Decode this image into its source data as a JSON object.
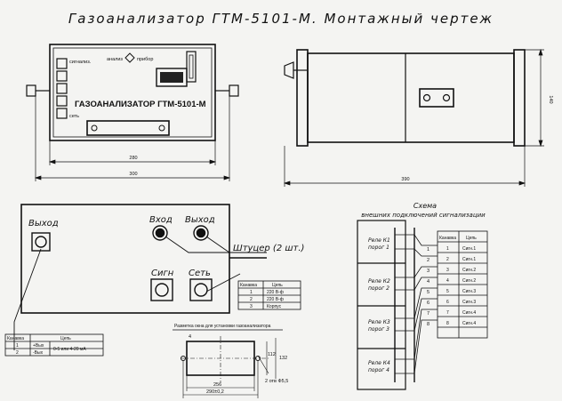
{
  "title": "Газоанализатор ГТМ-5101-М. Монтажный чертеж",
  "front_view": {
    "panel_labels": [
      "сигнализ.",
      "анализ",
      "прибор"
    ],
    "nameplate": "ГАЗОАНАЛИЗАТОР ГТМ-5101-М",
    "side_label": "сеть",
    "dim_inner": "280",
    "dim_outer": "300"
  },
  "side_view": {
    "dim_length": "390",
    "dim_height": "140"
  },
  "back_panel": {
    "output_label": "Выход",
    "input1_label": "Вход",
    "output2_label": "Выход",
    "fitting_label": "Штуцер (2 шт.)",
    "signal_label": "Сигн",
    "network_label": "Сеть",
    "power_table": {
      "headers": [
        "Канавка",
        "Цепь"
      ],
      "rows": [
        [
          "1",
          "220 В-ф"
        ],
        [
          "2",
          "220 В-ф"
        ],
        [
          "3",
          "Корпус"
        ]
      ]
    },
    "output_table": {
      "headers": [
        "Канавка",
        "Цепь"
      ],
      "rows": [
        [
          "1",
          "+Вых",
          "0-5 или 4-20 мА"
        ],
        [
          "2",
          "-Вых",
          ""
        ]
      ]
    }
  },
  "cutout": {
    "title": "Разметка окна для установки газоанализатора",
    "dim_a": "2 отв Ф5,5",
    "dim_b": "256",
    "dim_c": "290±0,2",
    "dim_d": "132",
    "dim_e": "112",
    "dim_f": "4"
  },
  "schema": {
    "title_line1": "Схема",
    "title_line2": "внешних подключений сигнализации",
    "relays": [
      {
        "name": "Реле К1",
        "sub": "порог 1"
      },
      {
        "name": "Реле К2",
        "sub": "порог 2"
      },
      {
        "name": "Реле К3",
        "sub": "порог 3"
      },
      {
        "name": "Реле К4",
        "sub": "порог 4"
      }
    ],
    "terminal_numbers": [
      "1",
      "2",
      "3",
      "4",
      "5",
      "6",
      "7",
      "8"
    ],
    "table": {
      "headers": [
        "Канавка",
        "Цепь"
      ],
      "rows": [
        [
          "1",
          "Сигн.1"
        ],
        [
          "2",
          "Сигн.1"
        ],
        [
          "3",
          "Сигн.2"
        ],
        [
          "4",
          "Сигн.2"
        ],
        [
          "5",
          "Сигн.3"
        ],
        [
          "6",
          "Сигн.3"
        ],
        [
          "7",
          "Сигн.4"
        ],
        [
          "8",
          "Сигн.4"
        ]
      ]
    }
  }
}
